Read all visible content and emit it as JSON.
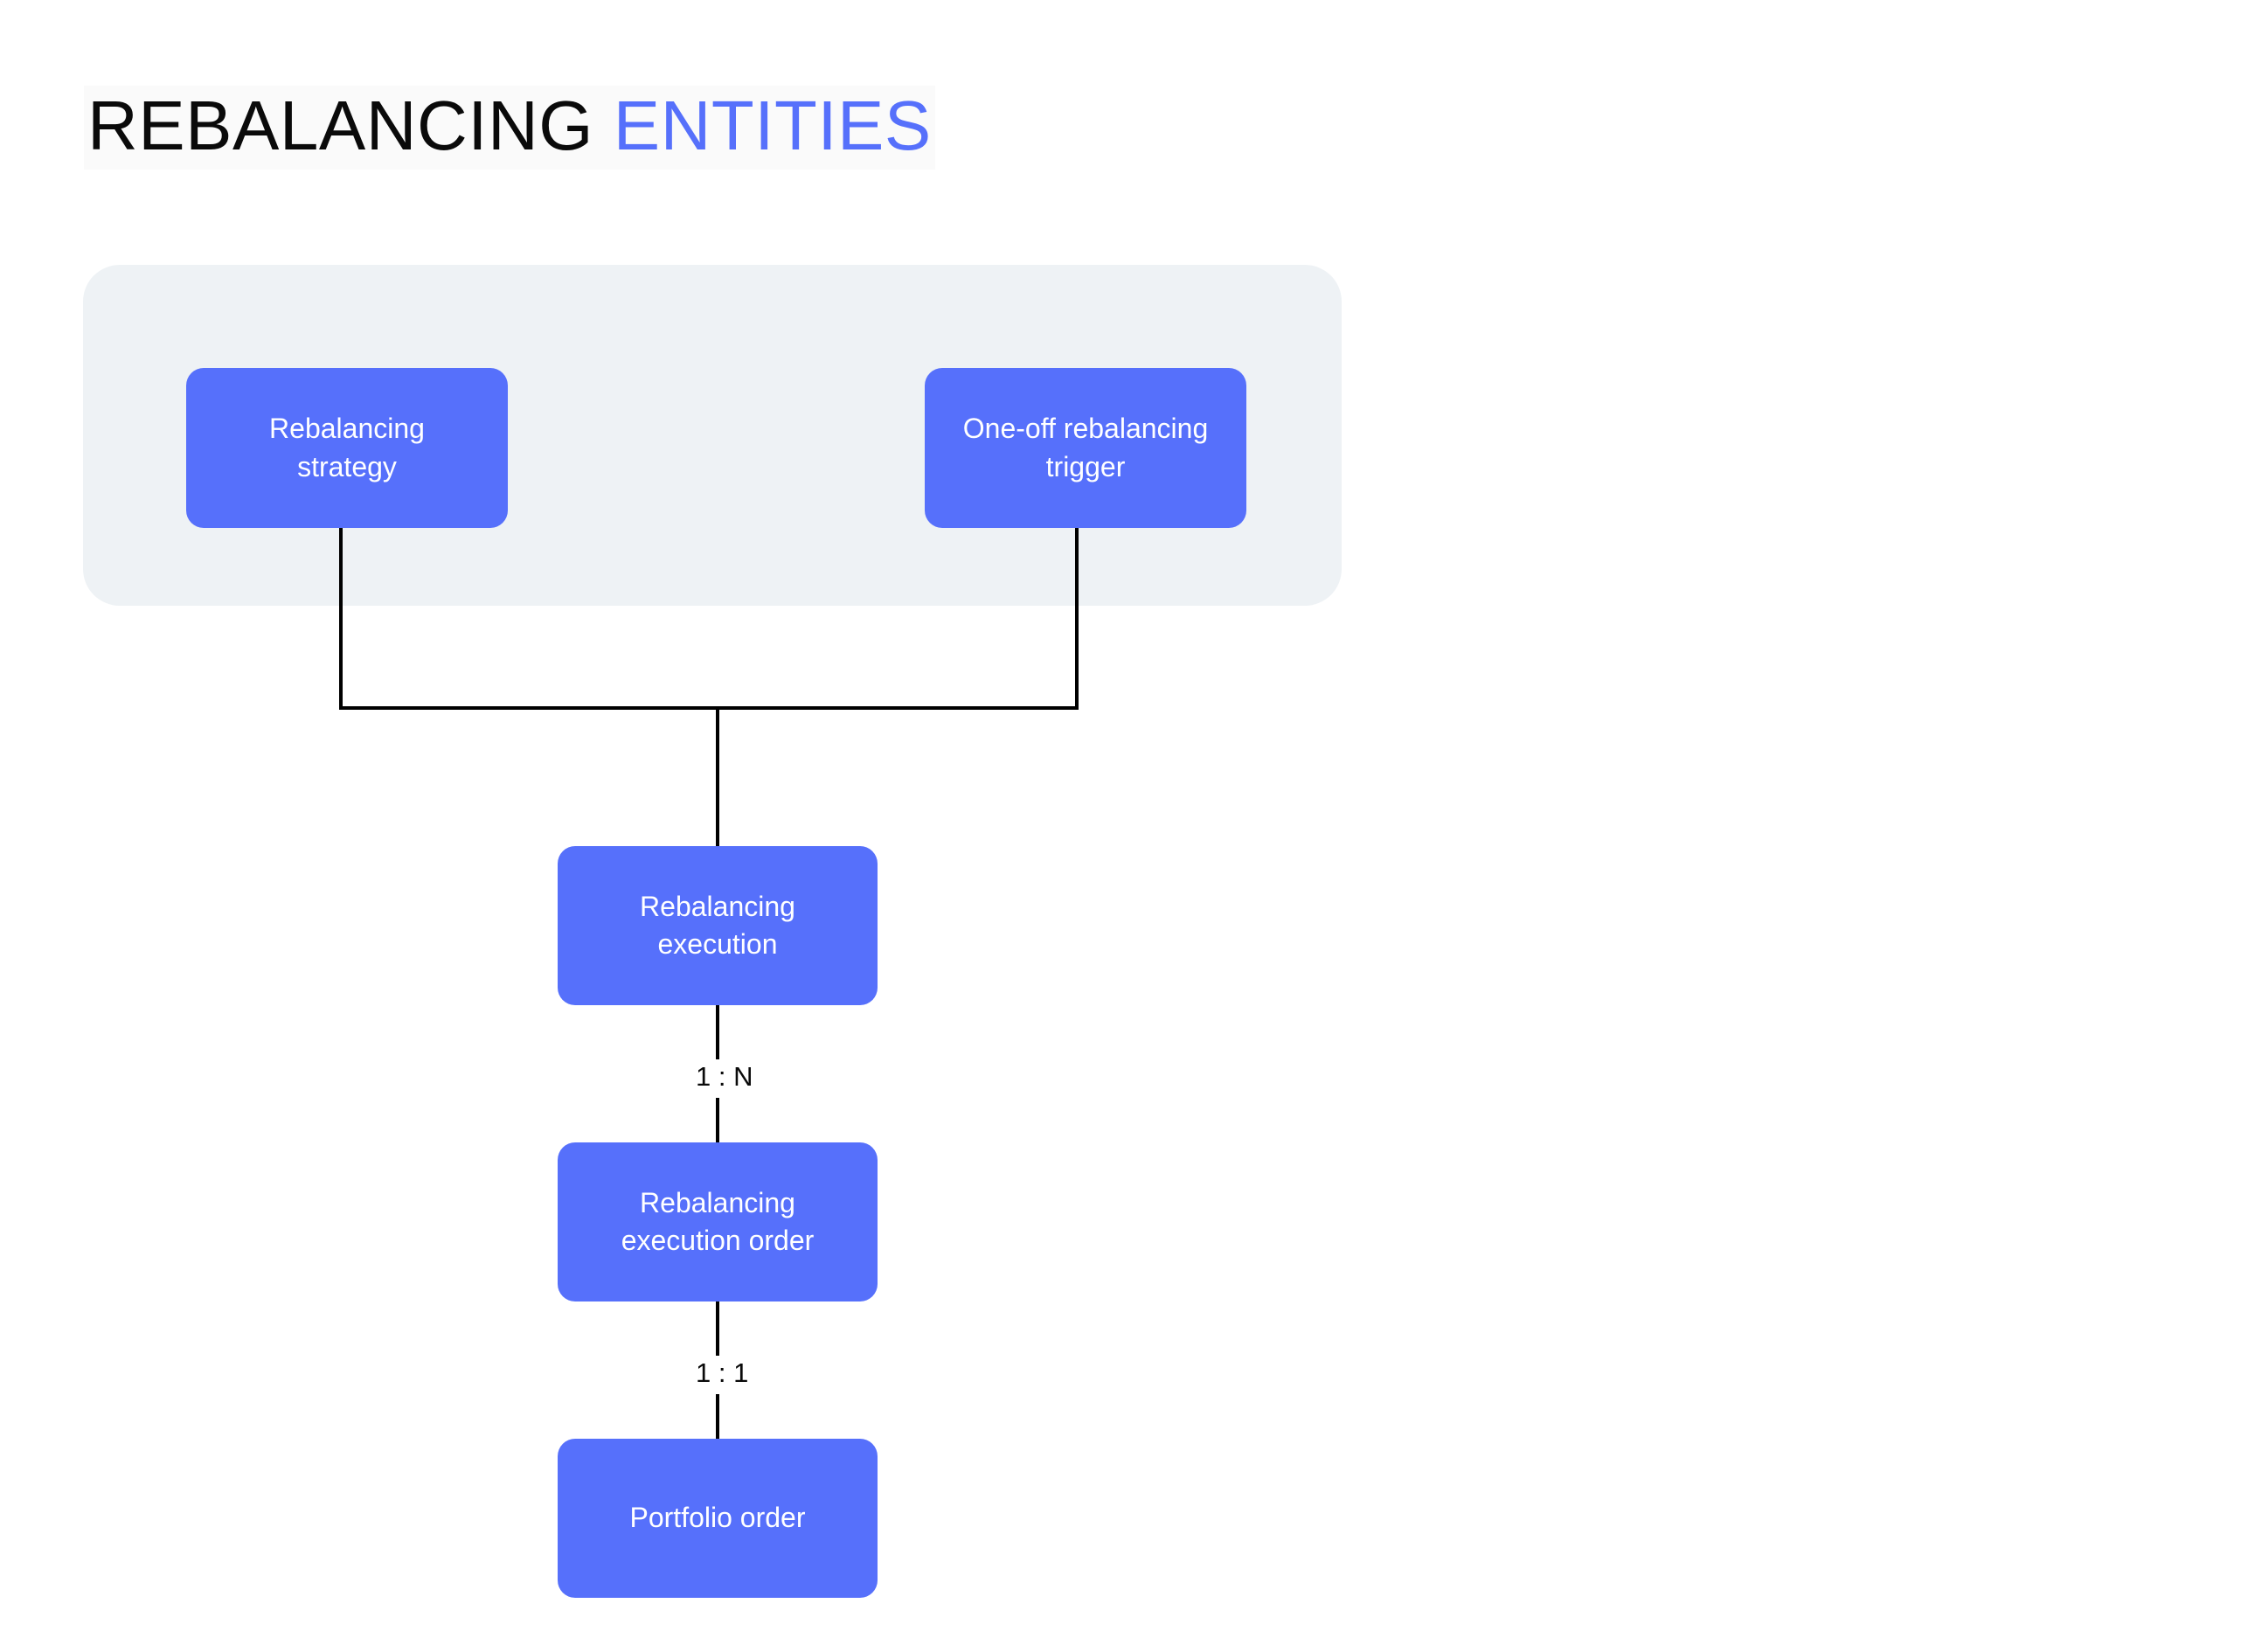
{
  "title": {
    "primary": "REBALANCING",
    "accent": "ENTITIES"
  },
  "colors": {
    "node_fill": "#5670fb",
    "node_text": "#ffffff",
    "panel_background": "#eef2f5",
    "title_primary": "#0a0a0a",
    "title_accent": "#5670fb",
    "connector": "#000000",
    "page_background": "#ffffff"
  },
  "diagram": {
    "type": "entity-relationship",
    "group_panel": {
      "label": ""
    },
    "nodes": [
      {
        "id": "rebalancing-strategy",
        "line1": "Rebalancing",
        "line2": "strategy",
        "group": "trigger-group"
      },
      {
        "id": "one-off-rebalancing-trigger",
        "line1": "One-off rebalancing",
        "line2": "trigger",
        "group": "trigger-group"
      },
      {
        "id": "rebalancing-execution",
        "line1": "Rebalancing",
        "line2": "execution",
        "group": "flow"
      },
      {
        "id": "rebalancing-execution-order",
        "line1": "Rebalancing",
        "line2": "execution order",
        "group": "flow"
      },
      {
        "id": "portfolio-order",
        "line1": "Portfolio order",
        "line2": "",
        "group": "flow"
      }
    ],
    "relations": [
      {
        "from": "rebalancing-strategy",
        "to": "rebalancing-execution",
        "cardinality": ""
      },
      {
        "from": "one-off-rebalancing-trigger",
        "to": "rebalancing-execution",
        "cardinality": ""
      },
      {
        "from": "rebalancing-execution",
        "to": "rebalancing-execution-order",
        "cardinality": "1 : N"
      },
      {
        "from": "rebalancing-execution-order",
        "to": "portfolio-order",
        "cardinality": "1 : 1"
      }
    ]
  }
}
